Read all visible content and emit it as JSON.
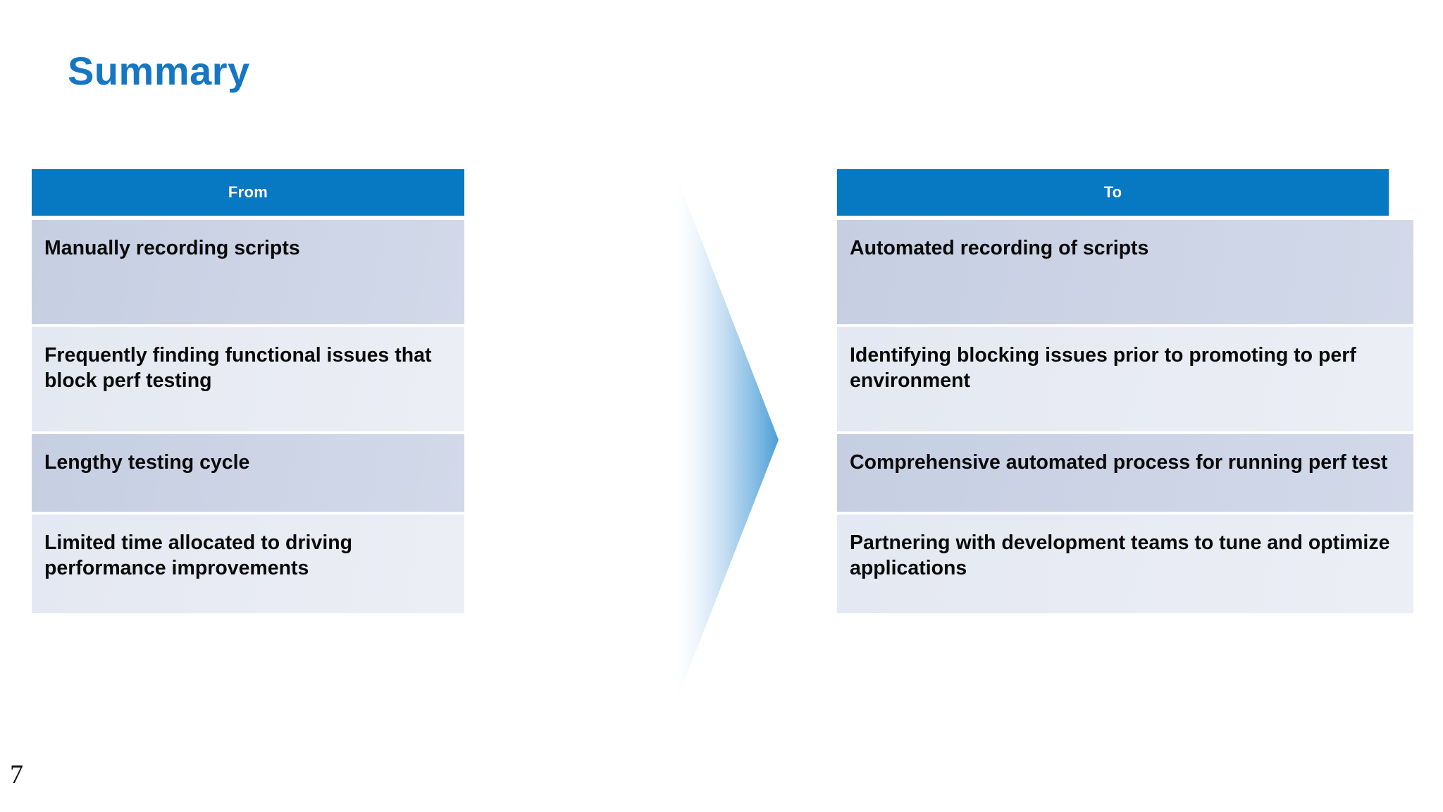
{
  "slide": {
    "title": "Summary",
    "page_number": "7",
    "title_color": "#1577C4",
    "header_color": "#0778C2",
    "row_shade_dark": "#CBD3E5",
    "row_shade_light": "#E8EBF3",
    "arrow_color": "#4E9FD8",
    "background": "#FFFFFF"
  },
  "tables": [
    {
      "id": "from",
      "header": "From",
      "rows": [
        "Manually recording scripts",
        "Frequently finding functional issues that block perf testing",
        "Lengthy testing cycle",
        "Limited time allocated to driving performance improvements"
      ]
    },
    {
      "id": "to",
      "header": "To",
      "rows": [
        "Automated recording of scripts",
        "Identifying blocking issues prior to promoting to perf environment",
        "Comprehensive automated process for running perf test",
        "Partnering with development teams to tune and optimize applications"
      ]
    }
  ],
  "arrow": {
    "icon": "right-arrow-icon",
    "direction": "right"
  }
}
